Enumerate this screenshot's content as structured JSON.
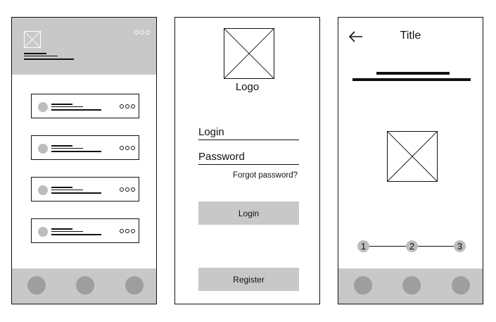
{
  "screen1": {
    "tabbar_count": 3,
    "list": [
      {
        "id": 1
      },
      {
        "id": 2
      },
      {
        "id": 3
      },
      {
        "id": 4
      }
    ]
  },
  "screen2": {
    "logo_label": "Logo",
    "login_field_label": "Login",
    "password_field_label": "Password",
    "forgot_password": "Forgot password?",
    "login_button": "Login",
    "register_button": "Register"
  },
  "screen3": {
    "back_icon": "arrow-left-icon",
    "title": "Title",
    "steps": [
      "1",
      "2",
      "3"
    ]
  },
  "colors": {
    "panel_gray": "#c8c8c8",
    "avatar_gray": "#bdbdbd",
    "tab_dot_gray": "#9e9e9e",
    "ink": "#111111"
  }
}
